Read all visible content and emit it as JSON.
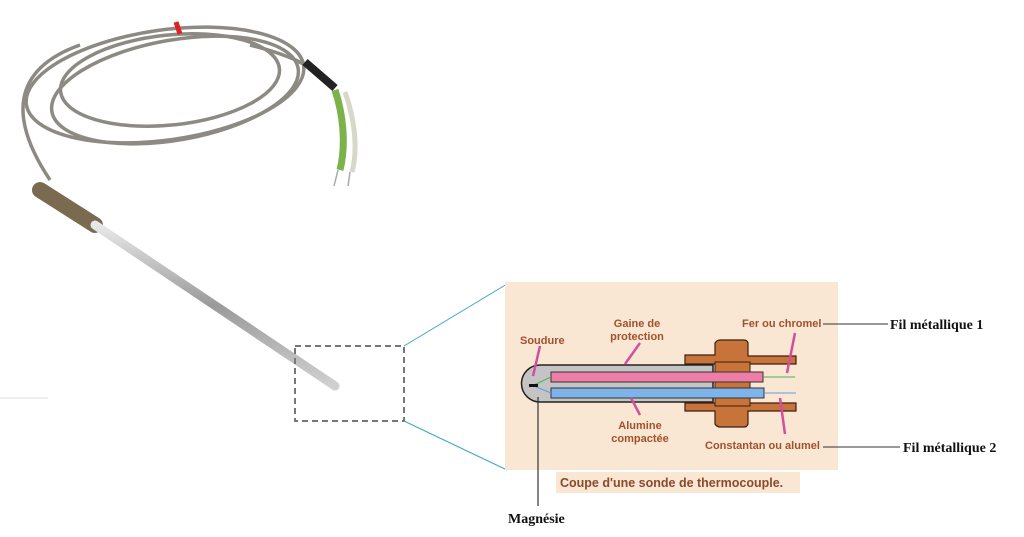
{
  "diagram": {
    "inset_labels": {
      "soudure": "Soudure",
      "gaine": [
        "Gaine de",
        "protection"
      ],
      "fer": "Fer ou chromel",
      "alumine": [
        "Alumine",
        "compactée"
      ],
      "constantan": "Constantan ou alumel"
    },
    "caption": "Coupe d'une sonde de thermocouple.",
    "external_labels": {
      "fil1": "Fil métallique 1",
      "fil2": "Fil métallique 2",
      "magnesie": "Magnésie"
    },
    "colors": {
      "panel": "#f9e6d3",
      "pink_wire": "#ee7ea8",
      "blue_wire": "#7fb4ea",
      "fitting": "#c8733a",
      "leader": "#d04fa0"
    }
  }
}
